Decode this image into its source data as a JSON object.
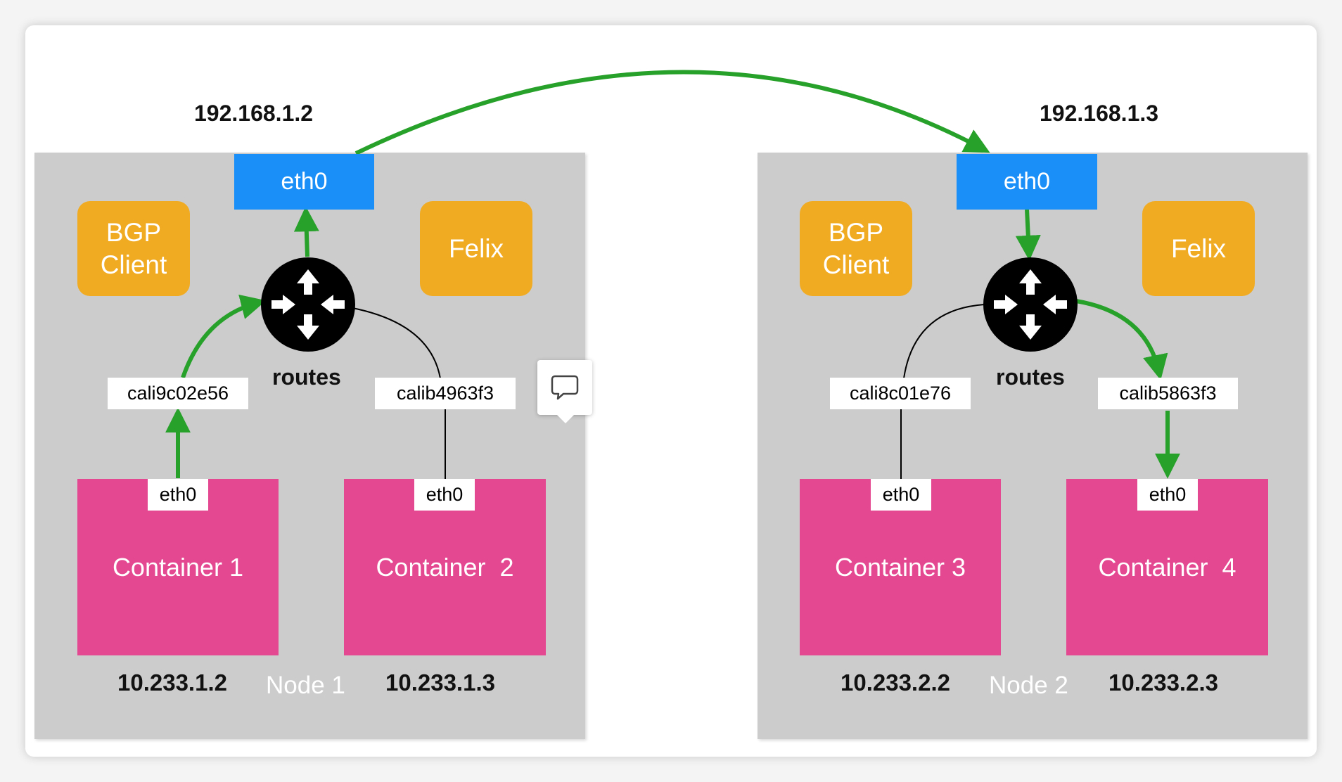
{
  "colors": {
    "node_background": "#cccccc",
    "host_eth": "#1a8ff7",
    "agent": "#f1ab22",
    "container": "#e44891",
    "arrow": "#27a12a"
  },
  "nodes": [
    {
      "host_ip": "192.168.1.2",
      "host_iface": "eth0",
      "bgp_client": "BGP\nClient",
      "felix": "Felix",
      "routes": "routes",
      "node_label": "Node 1",
      "veths": [
        "cali9c02e56",
        "calib4963f3"
      ],
      "containers": [
        {
          "name": "Container 1",
          "iface": "eth0",
          "ip": "10.233.1.2"
        },
        {
          "name": "Container  2",
          "iface": "eth0",
          "ip": "10.233.1.3"
        }
      ]
    },
    {
      "host_ip": "192.168.1.3",
      "host_iface": "eth0",
      "bgp_client": "BGP\nClient",
      "felix": "Felix",
      "routes": "routes",
      "node_label": "Node 2",
      "veths": [
        "cali8c01e76",
        "calib5863f3"
      ],
      "containers": [
        {
          "name": "Container 3",
          "iface": "eth0",
          "ip": "10.233.2.2"
        },
        {
          "name": "Container  4",
          "iface": "eth0",
          "ip": "10.233.2.3"
        }
      ]
    }
  ],
  "icons": {
    "router": "router-icon",
    "comment": "comment-icon"
  }
}
